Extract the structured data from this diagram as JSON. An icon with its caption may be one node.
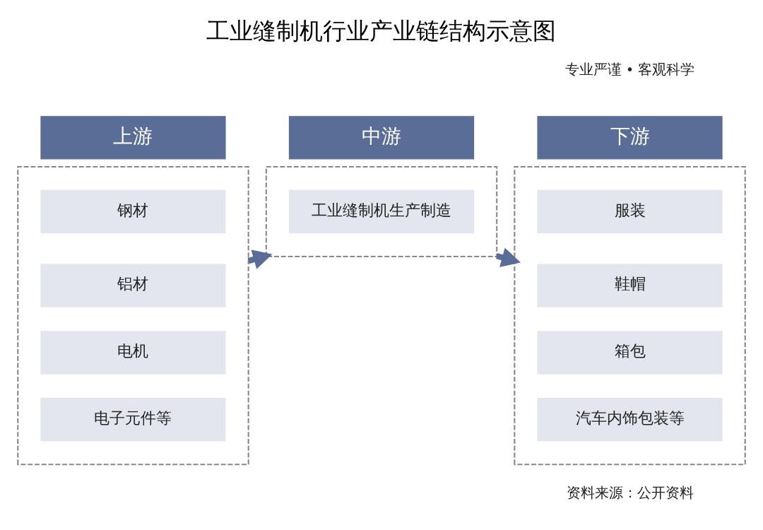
{
  "diagram": {
    "title": "工业缝制机行业产业链结构示意图",
    "nodes": [
      {
        "text": [
          "上游"
        ]
      },
      {
        "text": [
          "中游"
        ]
      },
      {
        "text": [
          "下游"
        ]
      },
      {
        "text": [],
        "shape": "box"
      },
      {
        "text": [
          "钢材"
        ],
        "in": 3
      },
      {
        "text": [
          "铝材"
        ],
        "in": 3
      },
      {
        "text": [
          "电机"
        ],
        "in": 3
      },
      {
        "text": [
          "电子元件等"
        ],
        "in": 3
      },
      {
        "text": [],
        "shape": "box"
      },
      {
        "text": [
          "工业缝制机生产制造"
        ],
        "in": 8
      },
      {
        "text": [],
        "shape": "box"
      },
      {
        "text": [
          "服装"
        ],
        "in": 10
      },
      {
        "text": [
          "鞋帽"
        ],
        "in": 10
      },
      {
        "text": [
          "箱包"
        ],
        "in": 10
      },
      {
        "text": [
          "汽车内饰包装等"
        ],
        "in": 10
      }
    ],
    "edges": [
      {
        "from": 3,
        "to": 8,
        "arrow": "to"
      },
      {
        "from": 8,
        "to": 10,
        "arrow": "to"
      }
    ],
    "labels": [
      "专业严谨 • 客观科学",
      "资料来源：公开资料"
    ]
  }
}
